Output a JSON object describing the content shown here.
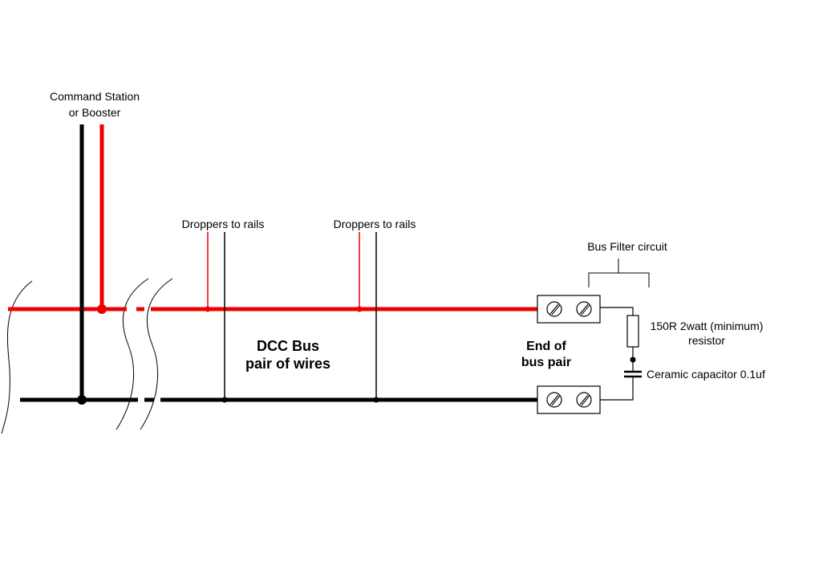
{
  "labels": {
    "station_line1": "Command Station",
    "station_line2": "or Booster",
    "droppers_1": "Droppers to rails",
    "droppers_2": "Droppers to rails",
    "bus_filter": "Bus Filter circuit",
    "resistor_line1": "150R 2watt (minimum)",
    "resistor_line2": "resistor",
    "capacitor": "Ceramic capacitor 0.1uf",
    "end_line1": "End of",
    "end_line2": "bus pair",
    "bus_line1": "DCC Bus",
    "bus_line2": "pair of wires"
  },
  "colors": {
    "red_wire": "#ee0000",
    "black_wire": "#000000",
    "background": "#ffffff"
  }
}
